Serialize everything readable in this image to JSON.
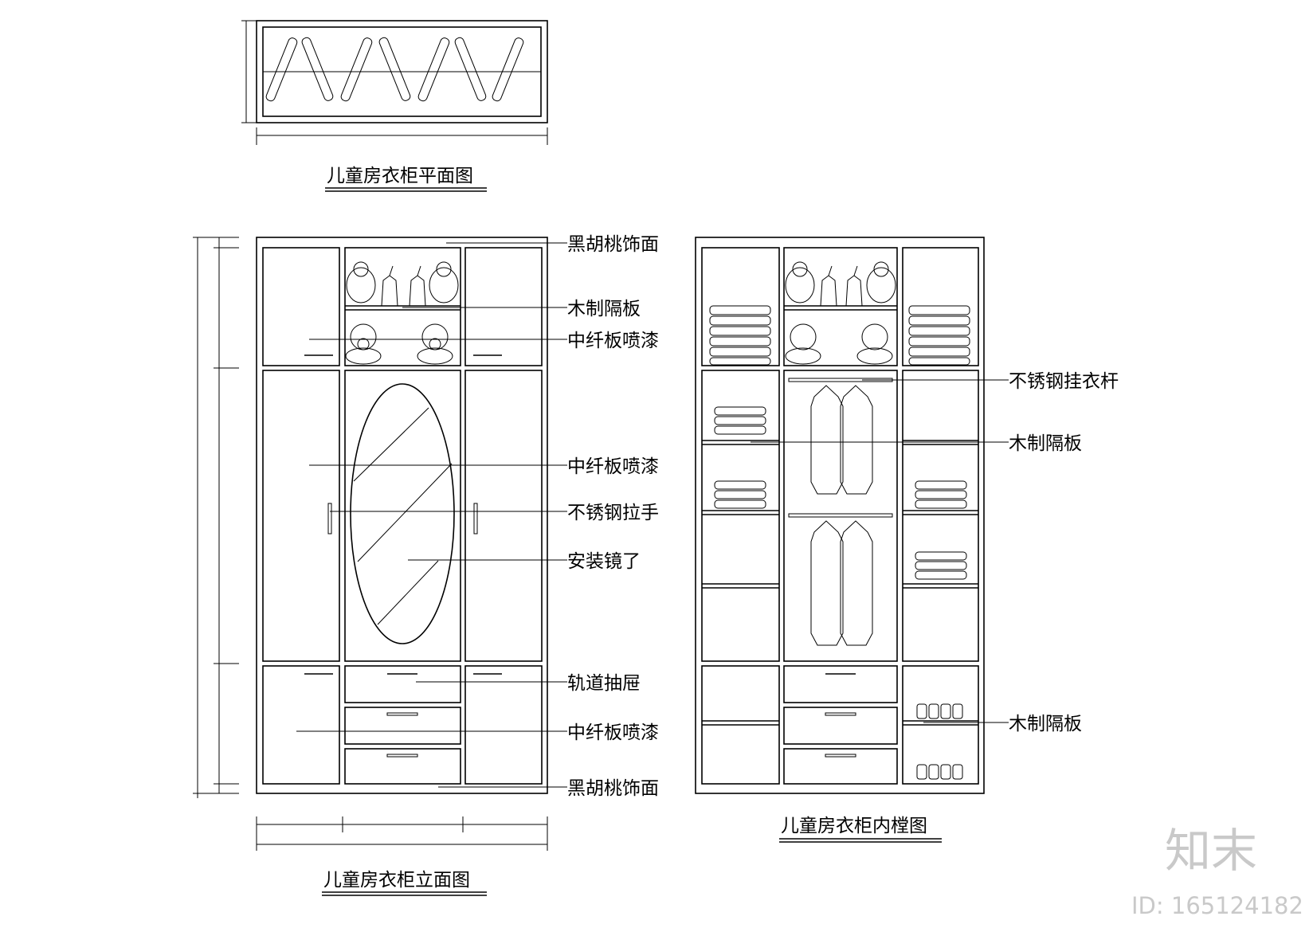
{
  "titles": {
    "plan": "儿童房衣柜平面图",
    "elevation": "儿童房衣柜立面图",
    "interior": "儿童房衣柜内樘图"
  },
  "elevation_labels": [
    "黑胡桃饰面",
    "木制隔板",
    "中纤板喷漆",
    "中纤板喷漆",
    "不锈钢拉手",
    "安装镜了",
    "轨道抽屉",
    "中纤板喷漆",
    "黑胡桃饰面"
  ],
  "interior_labels": [
    "不锈钢挂衣杆",
    "木制隔板",
    "木制隔板"
  ],
  "watermark": {
    "logo": "知末",
    "id": "ID: 165124182"
  }
}
